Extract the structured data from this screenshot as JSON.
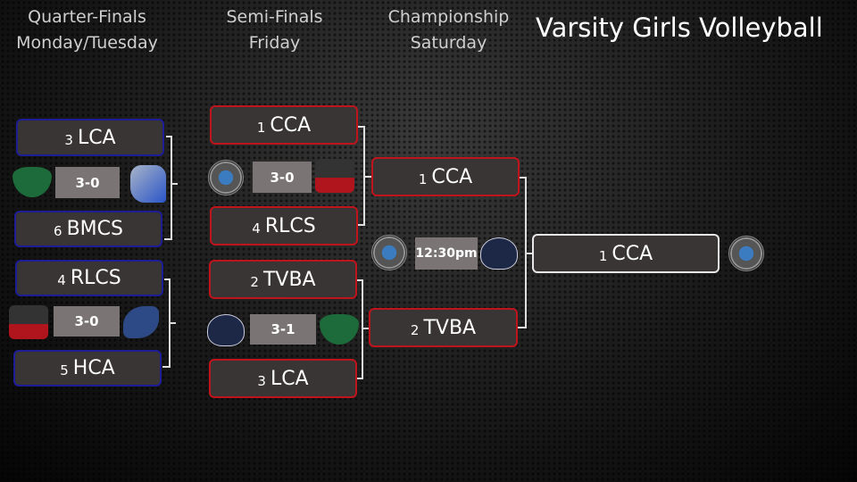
{
  "title": "Varsity Girls Volleyball",
  "headers": {
    "quarter": [
      "Quarter-Finals",
      "Monday/Tuesday"
    ],
    "semi": [
      "Semi-Finals",
      "Friday"
    ],
    "champ": [
      "Championship",
      "Saturday"
    ]
  },
  "quarterfinals": [
    {
      "top": {
        "seed": "3",
        "team": "LCA"
      },
      "bottom": {
        "seed": "6",
        "team": "BMCS"
      },
      "score": "3-0"
    },
    {
      "top": {
        "seed": "4",
        "team": "RLCS"
      },
      "bottom": {
        "seed": "5",
        "team": "HCA"
      },
      "score": "3-0"
    }
  ],
  "semifinals": [
    {
      "top": {
        "seed": "1",
        "team": "CCA"
      },
      "bottom": {
        "seed": "4",
        "team": "RLCS"
      },
      "score": "3-0"
    },
    {
      "top": {
        "seed": "2",
        "team": "TVBA"
      },
      "bottom": {
        "seed": "3",
        "team": "LCA"
      },
      "score": "3-1"
    }
  ],
  "championship": {
    "top": {
      "seed": "1",
      "team": "CCA"
    },
    "bottom": {
      "seed": "2",
      "team": "TVBA"
    },
    "time": "12:30pm"
  },
  "winner": {
    "seed": "1",
    "team": "CCA"
  },
  "colors": {
    "qf_border": "#1d1d96",
    "sf_border": "#c0141c",
    "final_border": "#e8e8e8"
  }
}
